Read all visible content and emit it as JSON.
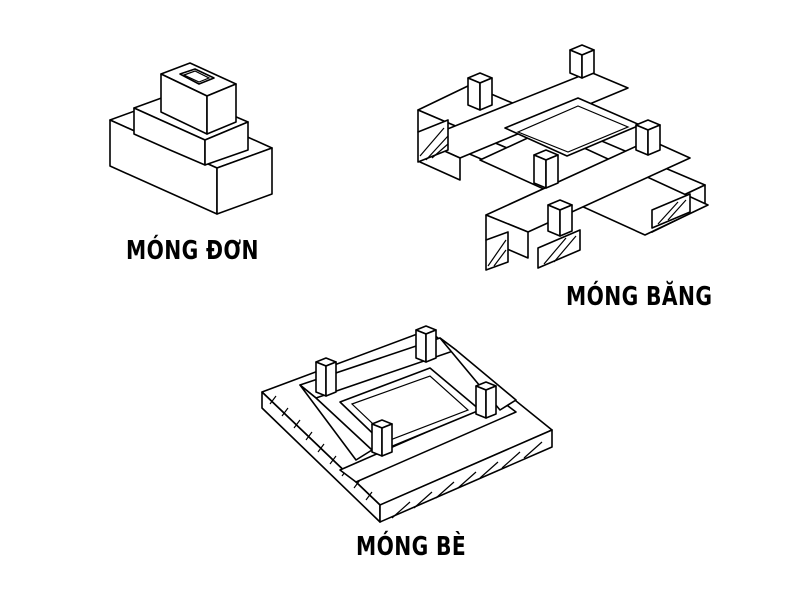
{
  "labels": {
    "single": "MÓNG ĐƠN",
    "strip": "MÓNG BĂNG",
    "raft": "MÓNG BÈ"
  }
}
